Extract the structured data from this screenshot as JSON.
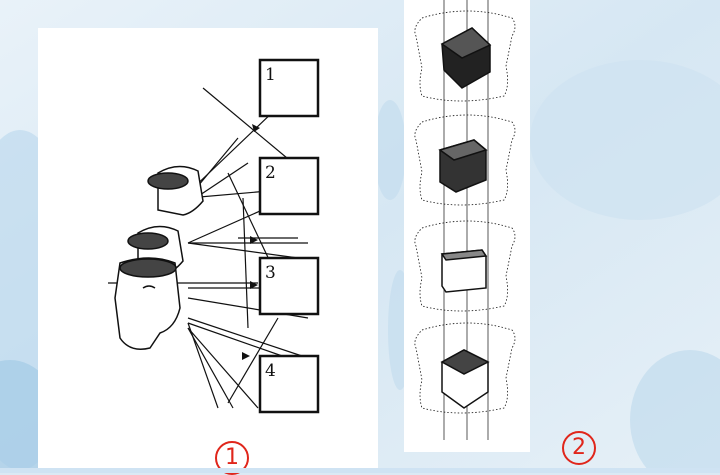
{
  "figure1": {
    "label": "1",
    "frames": [
      {
        "number": "1"
      },
      {
        "number": "2"
      },
      {
        "number": "3"
      },
      {
        "number": "4"
      }
    ]
  },
  "figure2": {
    "label": "2",
    "cube_count": 4
  },
  "colors": {
    "ink": "#111111",
    "label_red": "#e0261b",
    "background_blue": "#dbe9f4",
    "panel": "#ffffff"
  },
  "icons": [
    "head-profile-illustration",
    "cube-illustration",
    "arrow-icon"
  ]
}
